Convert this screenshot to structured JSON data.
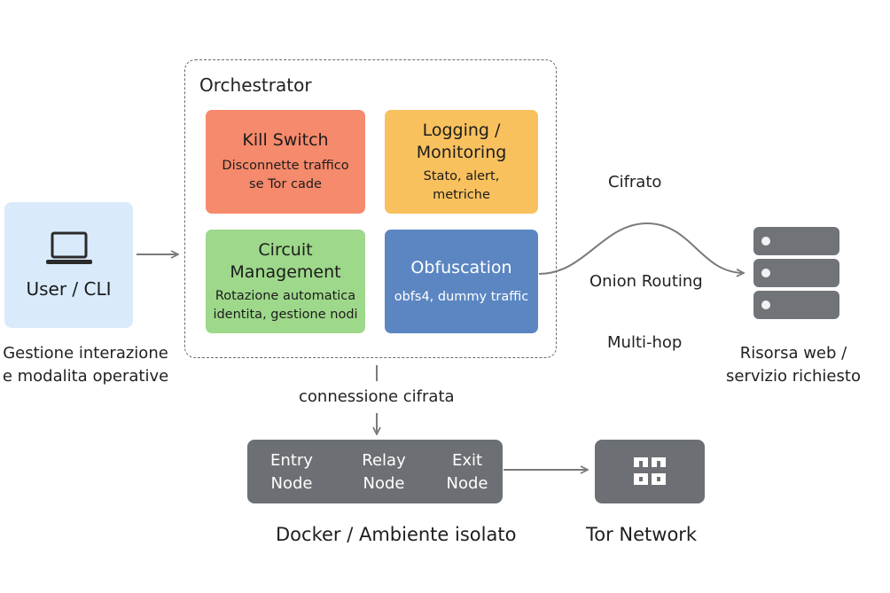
{
  "user": {
    "label": "User / CLI",
    "caption_line1": "Gestione interazione",
    "caption_line2": "e modalita operative",
    "icon": "laptop-icon"
  },
  "orchestrator": {
    "title": "Orchestrator",
    "kill_switch": {
      "title": "Kill Switch",
      "desc_line1": "Disconnette traffico",
      "desc_line2": "se Tor cade",
      "color": "#f68a6c"
    },
    "logging": {
      "title_line1": "Logging /",
      "title_line2": "Monitoring",
      "desc_line1": "Stato, alert,",
      "desc_line2": "metriche",
      "color": "#f8c15e"
    },
    "circuit": {
      "title_line1": "Circuit",
      "title_line2": "Management",
      "desc_line1": "Rotazione automatica",
      "desc_line2": "identita, gestione nodi",
      "color": "#9ed88b"
    },
    "obfuscation": {
      "title": "Obfuscation",
      "desc": "obfs4, dummy traffic",
      "color": "#5b86c2"
    }
  },
  "routing": {
    "encrypted": "Cifrato",
    "onion": "Onion Routing",
    "multihop": "Multi-hop"
  },
  "resource": {
    "caption_line1": "Risorsa web /",
    "caption_line2": "servizio richiesto",
    "icon": "server-stack-icon"
  },
  "connection_label": "connessione cifrata",
  "docker": {
    "nodes": [
      {
        "line1": "Entry",
        "line2": "Node"
      },
      {
        "line1": "Relay",
        "line2": "Node"
      },
      {
        "line1": "Exit",
        "line2": "Node"
      }
    ],
    "caption": "Docker / Ambiente isolato"
  },
  "tor": {
    "caption": "Tor Network",
    "icon": "tor-network-icon"
  }
}
